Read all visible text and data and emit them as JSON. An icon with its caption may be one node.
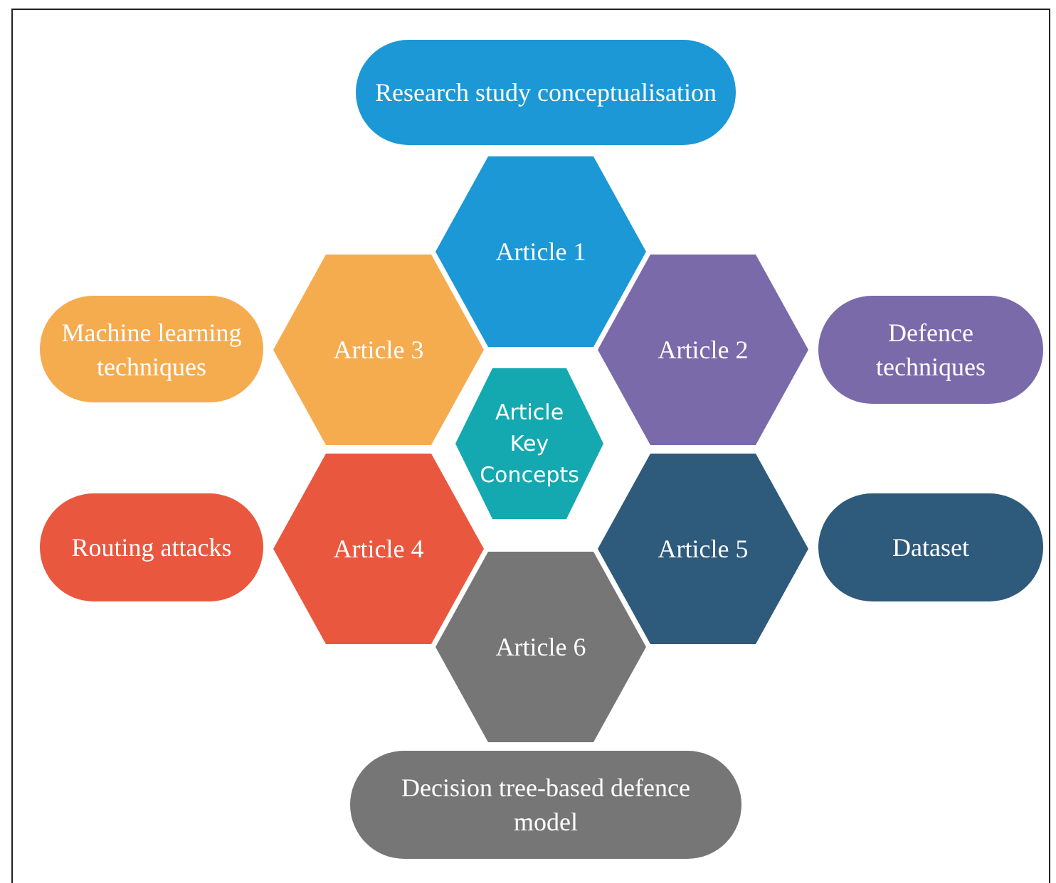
{
  "diagram": {
    "nodes": [
      {
        "text": [
          "Research study conceptualisation"
        ]
      },
      {
        "text": [
          "Article 1"
        ]
      },
      {
        "text": [
          "Machine learning techniques"
        ]
      },
      {
        "text": [
          "Article 3"
        ]
      },
      {
        "text": [
          "Article 2"
        ]
      },
      {
        "text": [
          "Defence techniques"
        ]
      },
      {
        "text": [
          "Article Key Concepts"
        ]
      },
      {
        "text": [
          "Routing attacks"
        ]
      },
      {
        "text": [
          "Article 4"
        ]
      },
      {
        "text": [
          "Article 5"
        ]
      },
      {
        "text": [
          "Dataset"
        ]
      },
      {
        "text": [
          "Article 6"
        ]
      },
      {
        "text": [
          "Decision tree-based defence model"
        ]
      }
    ]
  }
}
